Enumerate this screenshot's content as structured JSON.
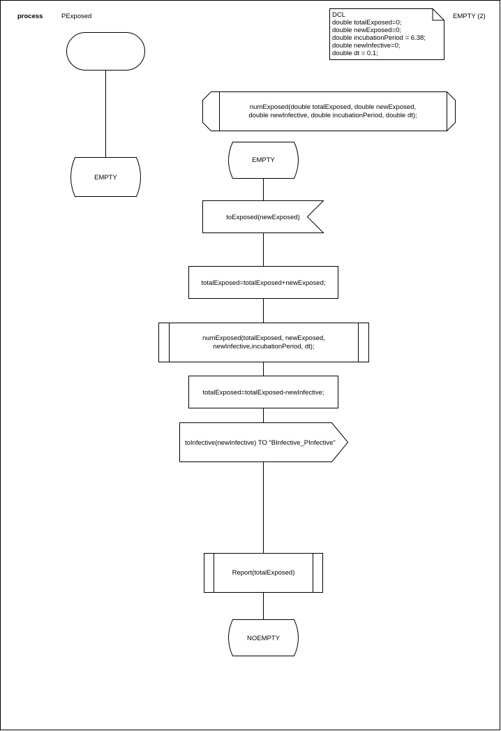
{
  "header": {
    "keyword": "process",
    "name": "PExposed",
    "page_ref": "EMPTY (2)"
  },
  "dcl": {
    "lines": [
      "DCL",
      "double totalExposed=0;",
      "double newExposed=0;",
      "double incubationPeriod = 6.38;",
      "double newInfective=0;",
      "double dt = 0.1;"
    ]
  },
  "procedure_def": {
    "lines": [
      "numExposed(double totalExposed, double newExposed,",
      "double newInfective, double incubationPeriod, double dt);"
    ]
  },
  "left_flow": {
    "start_label": "",
    "state_label": "EMPTY"
  },
  "main_flow": {
    "state_label": "EMPTY",
    "input_signal": "toExposed(newExposed)",
    "task1": "totalExposed=totalExposed+newExposed;",
    "proc_call": {
      "lines": [
        "numExposed(totalExposed, newExposed,",
        "newInfective,incubationPeriod, dt);"
      ]
    },
    "task2": "totalExposed=totalExposed-newInfective;",
    "output_signal": "toInfective(newInfective) TO “BInfective_PInfective”",
    "report_call": "Report(totalExposed)",
    "next_state": "NOEMPTY"
  },
  "colors": {
    "stroke": "#000000",
    "background": "#ffffff"
  }
}
